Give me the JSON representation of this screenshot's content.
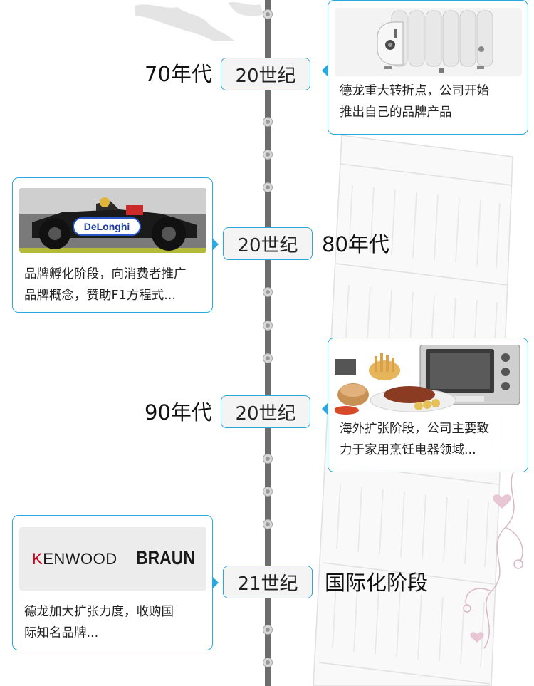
{
  "timeline": [
    {
      "era": "70年代",
      "century": "20世纪",
      "description_line1": "德龙重大转折点，公司开始",
      "description_line2": "推出自己的品牌产品",
      "image": "oil-radiator-heater-photo"
    },
    {
      "era": "80年代",
      "century": "20世纪",
      "description_line1": "品牌孵化阶段，向消费者推广",
      "description_line2": "品牌概念，赞助F1方程式...",
      "image": "f1-racing-car-photo",
      "car_logo_text": "DeLonghi"
    },
    {
      "era": "90年代",
      "century": "20世纪",
      "description_line1": "海外扩张阶段，公司主要致",
      "description_line2": "力于家用烹饪电器领域...",
      "image": "kitchen-oven-food-photo"
    },
    {
      "era": "国际化阶段",
      "century": "21世纪",
      "description_line1": "德龙加大扩张力度，收购国",
      "description_line2": "际知名品牌...",
      "image": "brand-logos-photo",
      "logo1_first": "K",
      "logo1_rest": "ENWOOD",
      "logo2": "BRAUN"
    }
  ],
  "colors": {
    "accent": "#29a9df",
    "line": "#6d6d6d",
    "badge_bg": "#f4f4f4"
  }
}
